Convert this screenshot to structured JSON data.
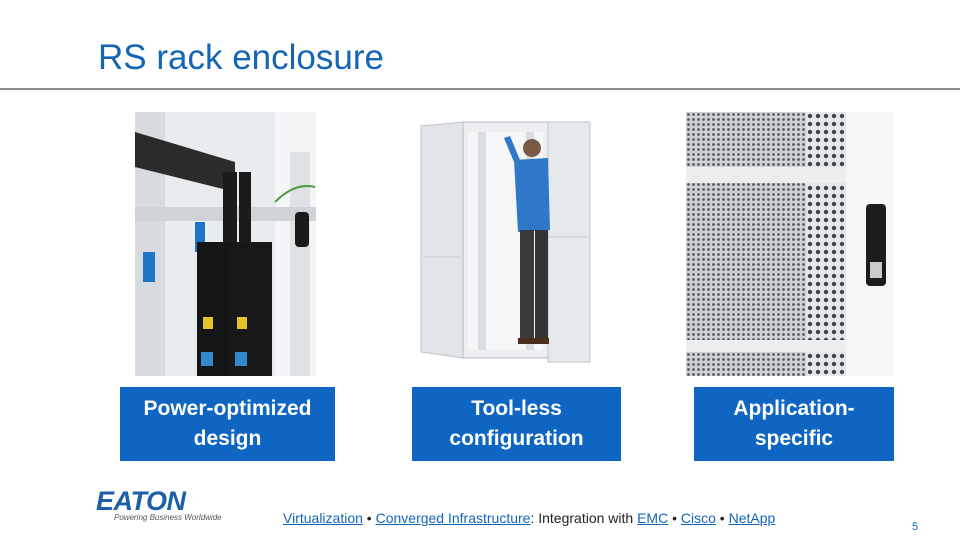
{
  "slide": {
    "title": "RS rack enclosure",
    "page_number": "5"
  },
  "features": [
    {
      "label_line1": "Power-optimized",
      "label_line2": "design"
    },
    {
      "label_line1": "Tool-less",
      "label_line2": "configuration"
    },
    {
      "label_line1": "Application-",
      "label_line2": "specific"
    }
  ],
  "logo": {
    "wordmark": "EATON",
    "tagline": "Powering Business Worldwide",
    "brand_color": "#1d5fa8"
  },
  "footer": {
    "link_virtualization": "Virtualization",
    "sep1": " • ",
    "link_converged": "Converged Infrastructure",
    "text_integration": ": Integration with ",
    "link_emc": "EMC",
    "sep2": " • ",
    "link_cisco": "Cisco",
    "sep3": " • ",
    "link_netapp": "NetApp"
  },
  "colors": {
    "accent": "#1565b7",
    "box_fill": "#0f66c2"
  }
}
